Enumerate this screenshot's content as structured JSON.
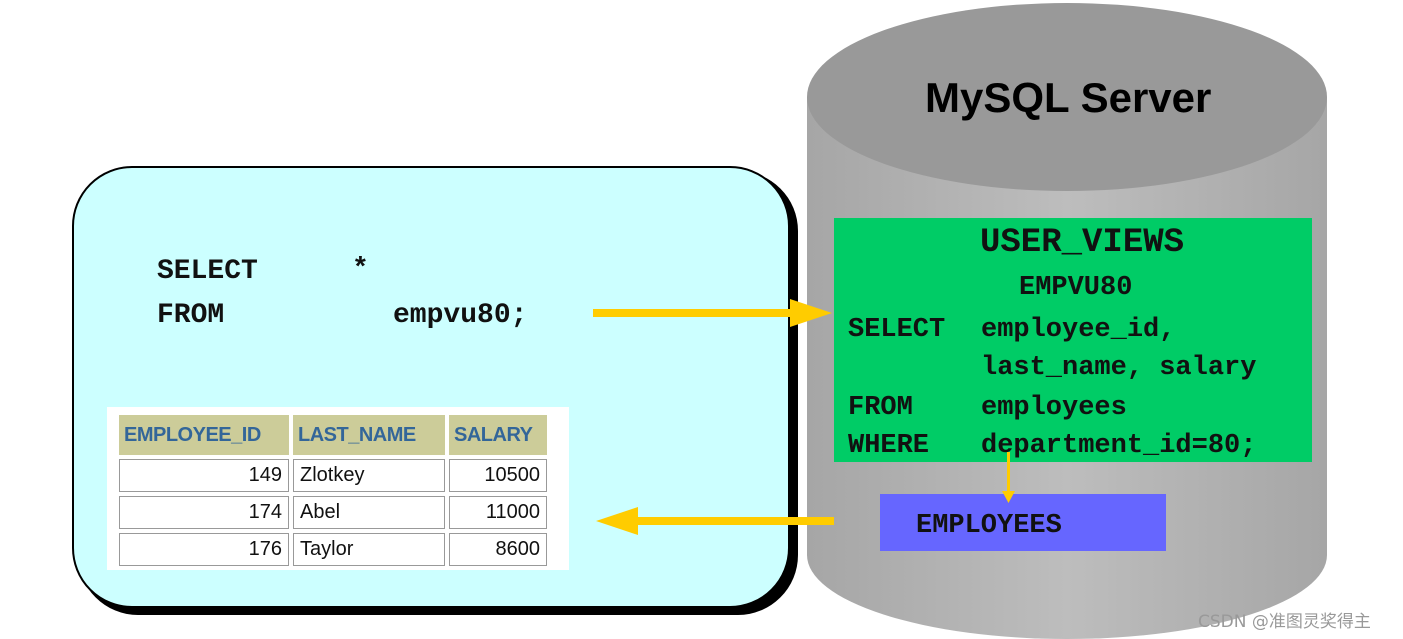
{
  "client": {
    "sql_select": "SELECT",
    "sql_star": "*",
    "sql_from": "FROM",
    "sql_view": "empvu80;"
  },
  "result_table": {
    "headers": [
      "EMPLOYEE_ID",
      "LAST_NAME",
      "SALARY"
    ],
    "rows": [
      [
        "149",
        "Zlotkey",
        "10500"
      ],
      [
        "174",
        "Abel",
        "11000"
      ],
      [
        "176",
        "Taylor",
        "8600"
      ]
    ]
  },
  "server": {
    "title": "MySQL Server",
    "view_catalog": "USER_VIEWS",
    "view_name": "EMPVU80",
    "view_sql": [
      {
        "kw": "SELECT",
        "text": "employee_id,"
      },
      {
        "kw": "",
        "text": "last_name, salary"
      },
      {
        "kw": "FROM",
        "text": "employees"
      },
      {
        "kw": "WHERE",
        "text": "department_id=80;"
      }
    ],
    "base_table": "EMPLOYEES"
  },
  "colors": {
    "client_bg": "#ccffff",
    "view_box": "#00cc66",
    "employees_box": "#6666ff",
    "arrow": "#ffcc00",
    "cylinder": "#b3b3b3"
  },
  "watermark": "CSDN @准图灵奖得主"
}
